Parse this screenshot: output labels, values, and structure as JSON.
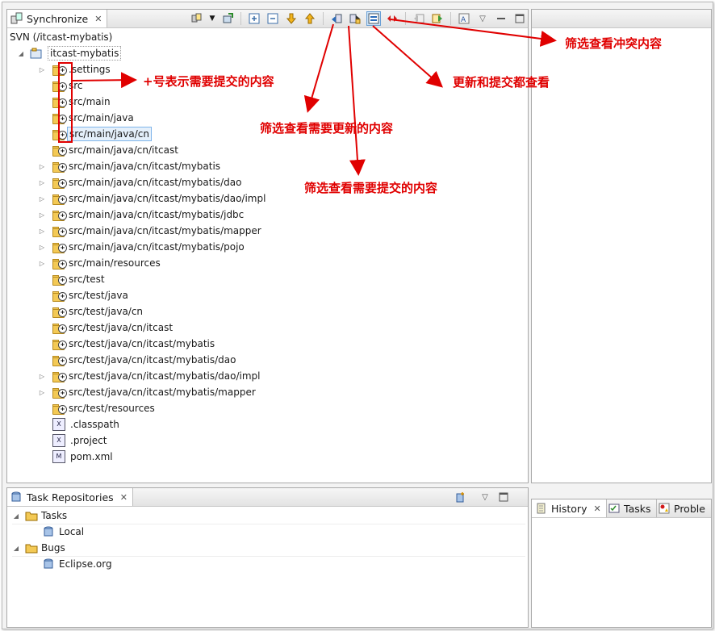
{
  "sync_panel": {
    "tab_label": "Synchronize",
    "path_label": "SVN (/itcast-mybatis)",
    "root": "itcast-mybatis",
    "items": [
      {
        "label": ".settings",
        "twisty": true,
        "type": "folder"
      },
      {
        "label": "src",
        "twisty": false,
        "type": "folder"
      },
      {
        "label": "src/main",
        "twisty": false,
        "type": "folder"
      },
      {
        "label": "src/main/java",
        "twisty": false,
        "type": "folder"
      },
      {
        "label": "src/main/java/cn",
        "twisty": false,
        "type": "folder"
      },
      {
        "label": "src/main/java/cn/itcast",
        "twisty": false,
        "type": "folder"
      },
      {
        "label": "src/main/java/cn/itcast/mybatis",
        "twisty": true,
        "type": "folder"
      },
      {
        "label": "src/main/java/cn/itcast/mybatis/dao",
        "twisty": true,
        "type": "folder"
      },
      {
        "label": "src/main/java/cn/itcast/mybatis/dao/impl",
        "twisty": true,
        "type": "folder"
      },
      {
        "label": "src/main/java/cn/itcast/mybatis/jdbc",
        "twisty": true,
        "type": "folder"
      },
      {
        "label": "src/main/java/cn/itcast/mybatis/mapper",
        "twisty": true,
        "type": "folder"
      },
      {
        "label": "src/main/java/cn/itcast/mybatis/pojo",
        "twisty": true,
        "type": "folder"
      },
      {
        "label": "src/main/resources",
        "twisty": true,
        "type": "folder"
      },
      {
        "label": "src/test",
        "twisty": false,
        "type": "folder"
      },
      {
        "label": "src/test/java",
        "twisty": false,
        "type": "folder"
      },
      {
        "label": "src/test/java/cn",
        "twisty": false,
        "type": "folder"
      },
      {
        "label": "src/test/java/cn/itcast",
        "twisty": false,
        "type": "folder"
      },
      {
        "label": "src/test/java/cn/itcast/mybatis",
        "twisty": false,
        "type": "folder"
      },
      {
        "label": "src/test/java/cn/itcast/mybatis/dao",
        "twisty": false,
        "type": "folder"
      },
      {
        "label": "src/test/java/cn/itcast/mybatis/dao/impl",
        "twisty": true,
        "type": "folder"
      },
      {
        "label": "src/test/java/cn/itcast/mybatis/mapper",
        "twisty": true,
        "type": "folder"
      },
      {
        "label": "src/test/resources",
        "twisty": false,
        "type": "folder"
      },
      {
        "label": ".classpath",
        "twisty": false,
        "type": "xml"
      },
      {
        "label": ".project",
        "twisty": false,
        "type": "xml"
      },
      {
        "label": "pom.xml",
        "twisty": false,
        "type": "maven"
      }
    ],
    "selected_label": "src/main/java/cn"
  },
  "annotations": {
    "plus_means_commit": "+号表示需要提交的内容",
    "filter_update": "筛选查看需要更新的内容",
    "filter_commit": "筛选查看需要提交的内容",
    "update_and_commit": "更新和提交都查看",
    "filter_conflict": "筛选查看冲突内容"
  },
  "task_repos": {
    "tab_label": "Task Repositories",
    "groups": [
      {
        "label": "Tasks",
        "children": [
          "Local"
        ]
      },
      {
        "label": "Bugs",
        "children": [
          "Eclipse.org"
        ]
      }
    ]
  },
  "bottom_right_tabs": {
    "history": "History",
    "tasks": "Tasks",
    "problems": "Proble"
  },
  "colors": {
    "annotation": "#e00000",
    "selection": "#e5f0fb",
    "folder": "#f3c955"
  }
}
